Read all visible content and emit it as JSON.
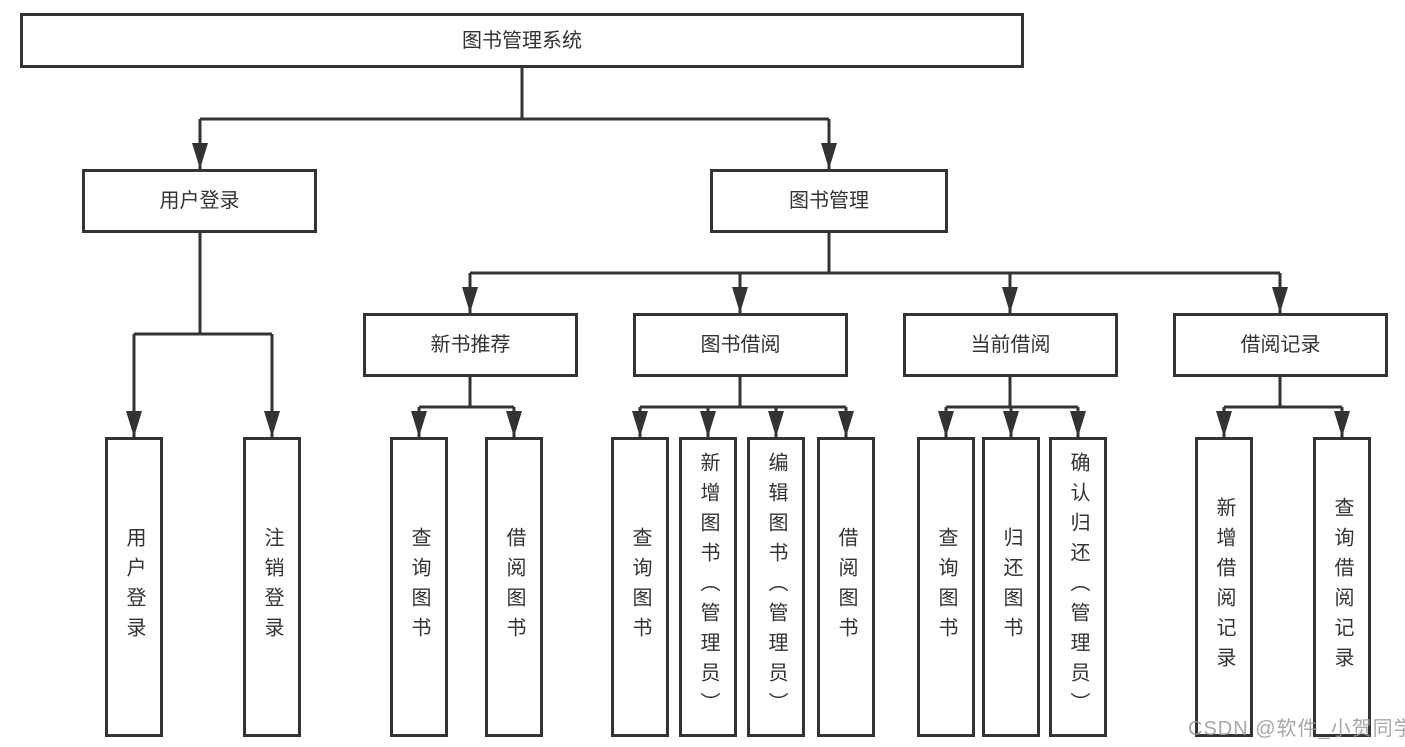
{
  "colors": {
    "stroke": "#333333",
    "text": "#333333",
    "background": "#ffffff",
    "watermark": "#989898"
  },
  "watermark": {
    "text": "CSDN @软件_小贺同学"
  },
  "tree": {
    "label": "图书管理系统",
    "children": [
      {
        "label": "用户登录",
        "children": [
          {
            "label": "用户登录"
          },
          {
            "label": "注销登录"
          }
        ]
      },
      {
        "label": "图书管理",
        "children": [
          {
            "label": "新书推荐",
            "children": [
              {
                "label": "查询图书"
              },
              {
                "label": "借阅图书"
              }
            ]
          },
          {
            "label": "图书借阅",
            "children": [
              {
                "label": "查询图书"
              },
              {
                "label": "新增图书（管理员）"
              },
              {
                "label": "编辑图书（管理员）"
              },
              {
                "label": "借阅图书"
              }
            ]
          },
          {
            "label": "当前借阅",
            "children": [
              {
                "label": "查询图书"
              },
              {
                "label": "归还图书"
              },
              {
                "label": "确认归还（管理员）"
              }
            ]
          },
          {
            "label": "借阅记录",
            "children": [
              {
                "label": "新增借阅记录"
              },
              {
                "label": "查询借阅记录"
              }
            ]
          }
        ]
      }
    ]
  }
}
